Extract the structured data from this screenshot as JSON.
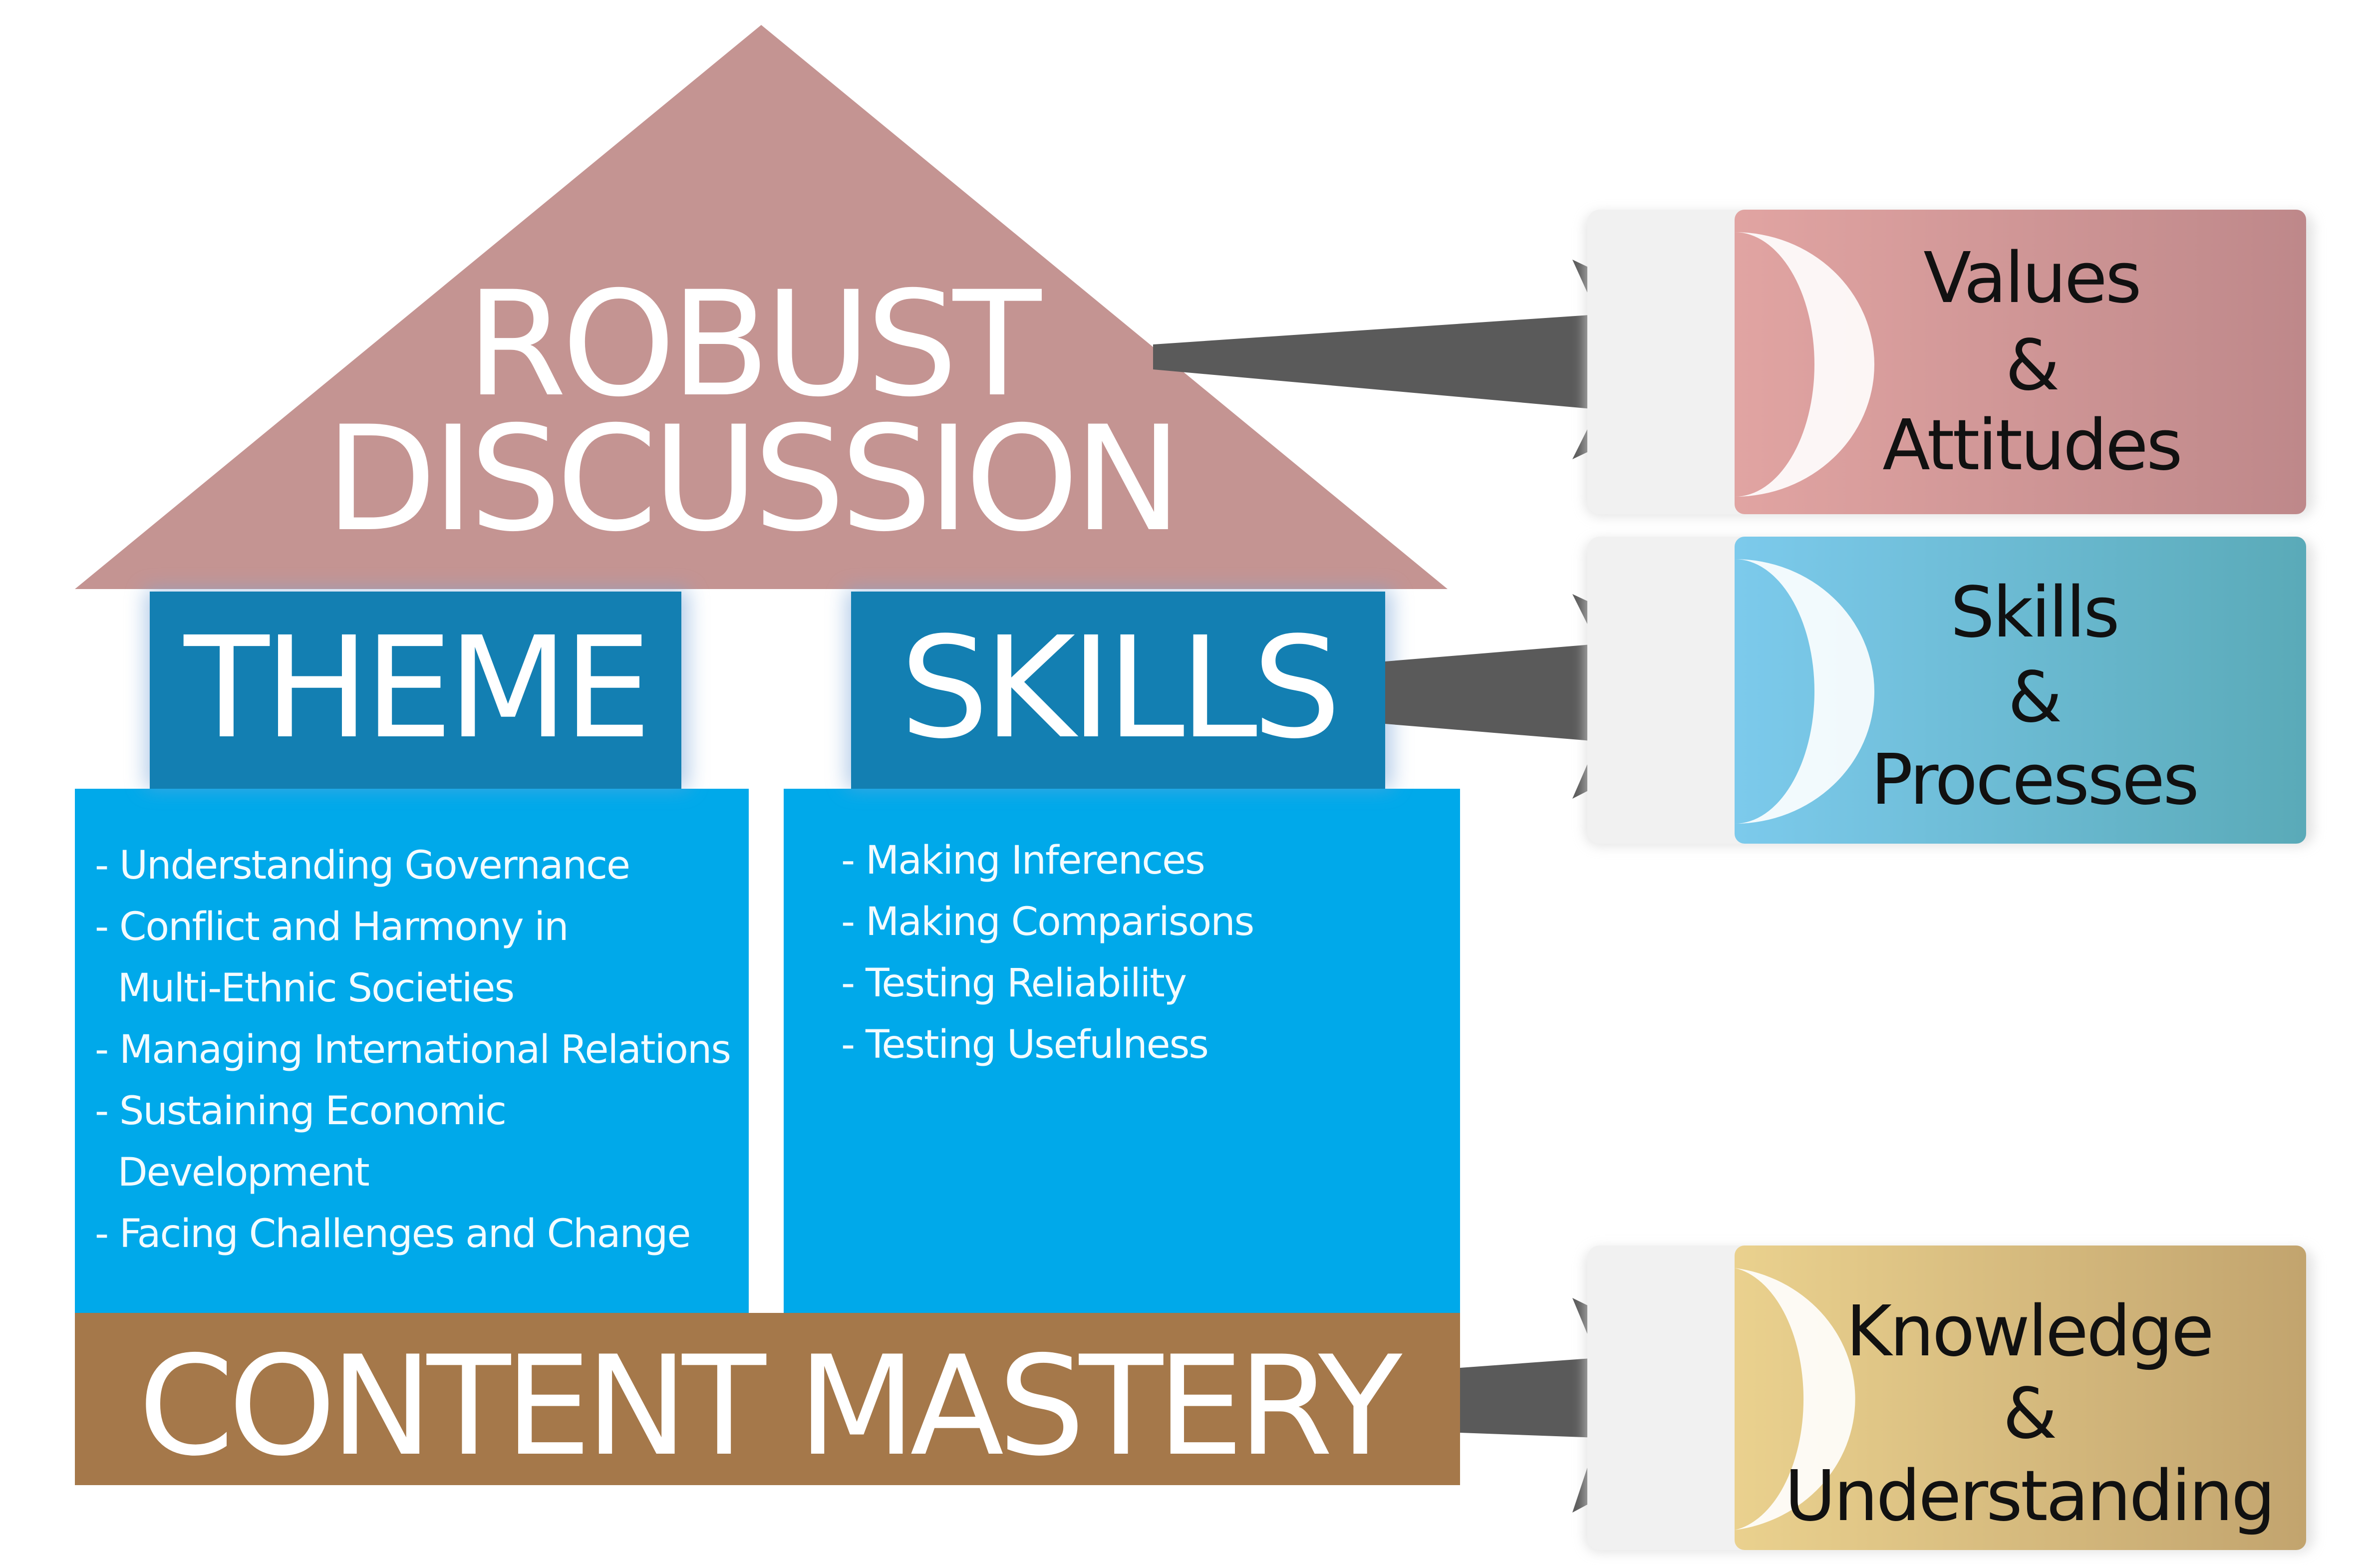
{
  "roof": {
    "line1": "ROBUST",
    "line2": "DISCUSSION",
    "color": "#c49492"
  },
  "theme": {
    "title": "THEME",
    "items": [
      "- Understanding Governance",
      "- Conflict and Harmony in",
      "  Multi-Ethnic Societies",
      "- Managing International Relations",
      "- Sustaining Economic",
      "  Development",
      "- Facing Challenges and Change"
    ]
  },
  "skills": {
    "title": "SKILLS",
    "items": [
      "- Making Inferences",
      "- Making Comparisons",
      "- Testing Reliability",
      "- Testing Usefulness"
    ]
  },
  "foundation": {
    "label": "CONTENT MASTERY",
    "color": "#a5784a"
  },
  "colors": {
    "header_blue": "#137fb2",
    "panel_blue": "#00a9ea",
    "arrow_gray": "#5a5a5a"
  },
  "outcomes": [
    {
      "line1": "Values",
      "line2": "&",
      "line3": "Attitudes",
      "color_a": "#e1a4a2",
      "color_b": "#be888a"
    },
    {
      "line1": "Skills",
      "line2": "&",
      "line3": "Processes",
      "color_a": "#7ccaec",
      "color_b": "#5aaab8"
    },
    {
      "line1": "Knowledge",
      "line2": "&",
      "line3": "Understanding",
      "color_a": "#ead18e",
      "color_b": "#c2a46e"
    }
  ]
}
